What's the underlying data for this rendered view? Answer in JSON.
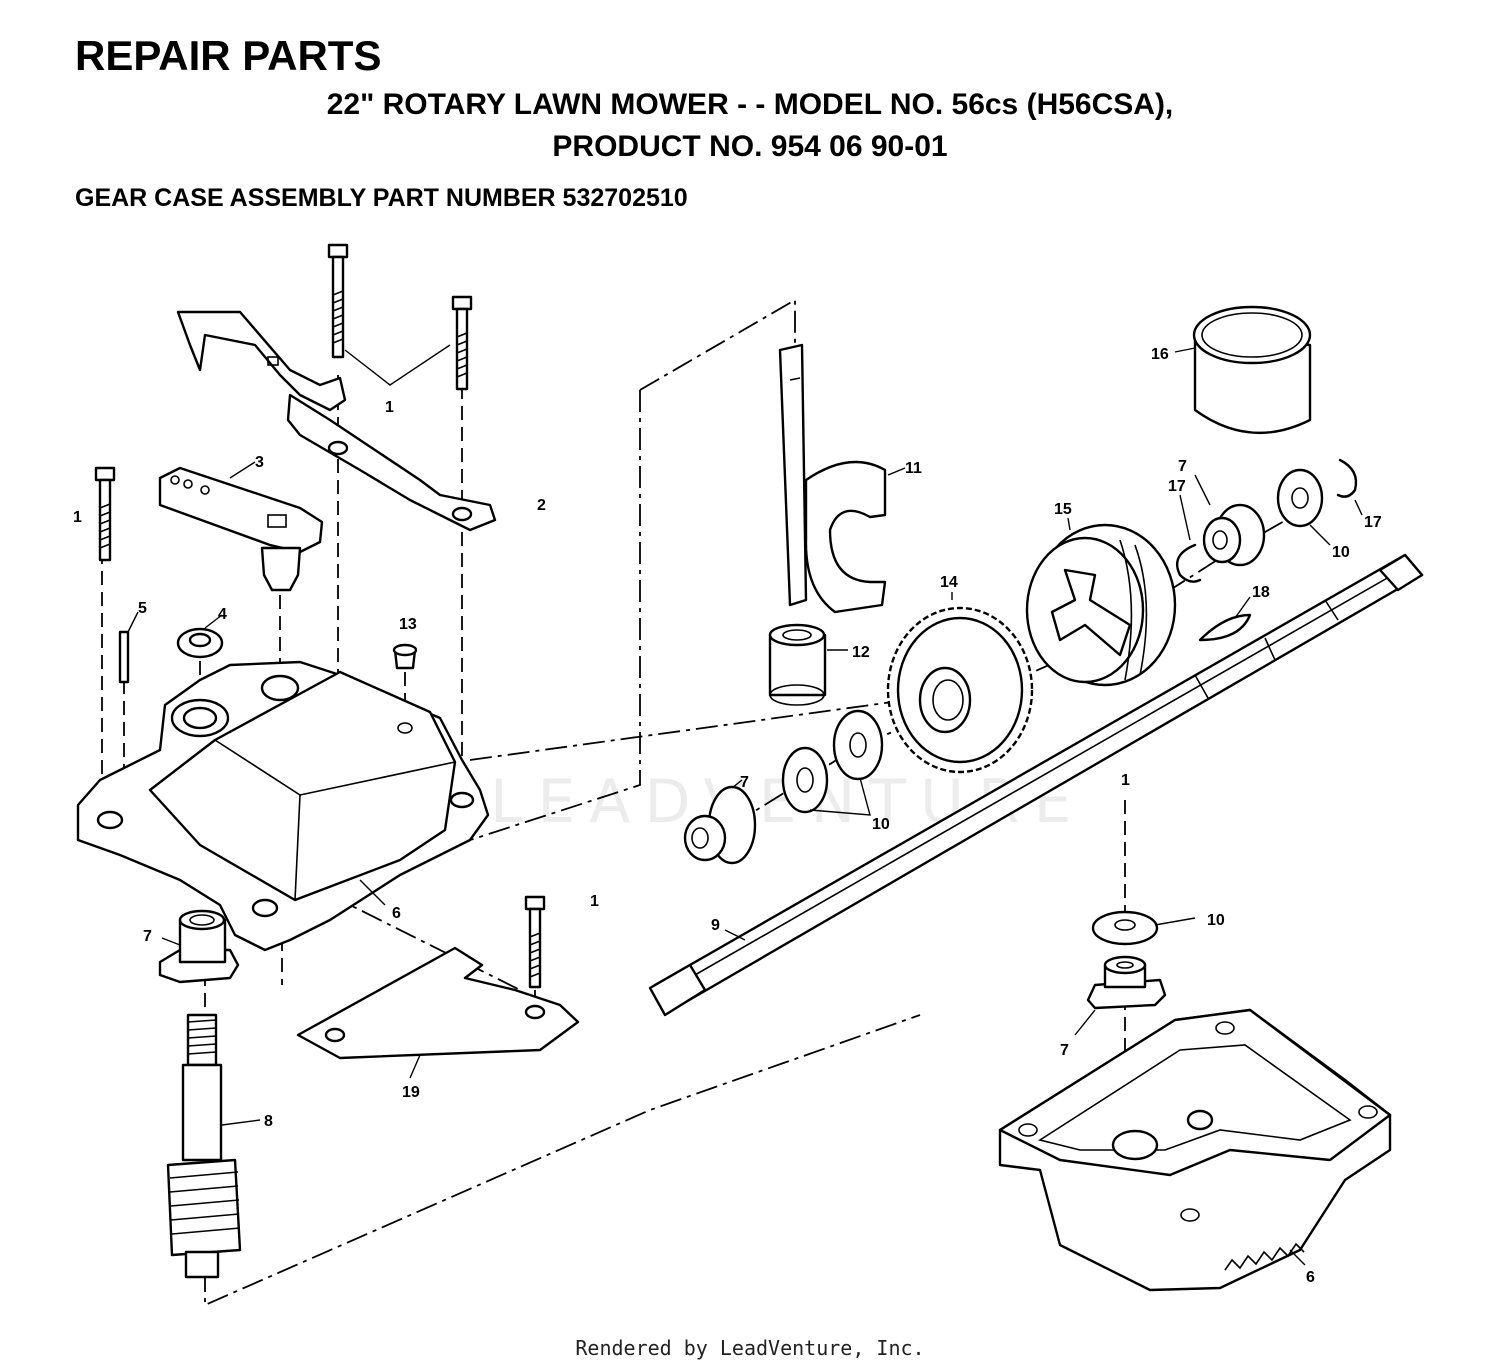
{
  "header": {
    "title": "REPAIR PARTS",
    "subtitle_line1": "22\" ROTARY LAWN MOWER - - MODEL NO. 56cs (H56CSA),",
    "subtitle_line2": "PRODUCT NO. 954 06 90-01",
    "assembly": "GEAR CASE ASSEMBLY PART NUMBER 532702510"
  },
  "callouts": {
    "c1a": "1",
    "c1b": "1",
    "c1c": "1",
    "c1d": "1",
    "c2": "2",
    "c3": "3",
    "c4": "4",
    "c5": "5",
    "c6a": "6",
    "c6b": "6",
    "c7a": "7",
    "c7b": "7",
    "c7c": "7",
    "c7d": "7",
    "c8": "8",
    "c9": "9",
    "c10a": "10",
    "c10b": "10",
    "c10c": "10",
    "c11": "11",
    "c12": "12",
    "c13": "13",
    "c14": "14",
    "c15": "15",
    "c16": "16",
    "c17a": "17",
    "c17b": "17",
    "c18": "18",
    "c19": "19"
  },
  "watermark": "LEADVENTURE",
  "footer": "Rendered by LeadVenture, Inc."
}
